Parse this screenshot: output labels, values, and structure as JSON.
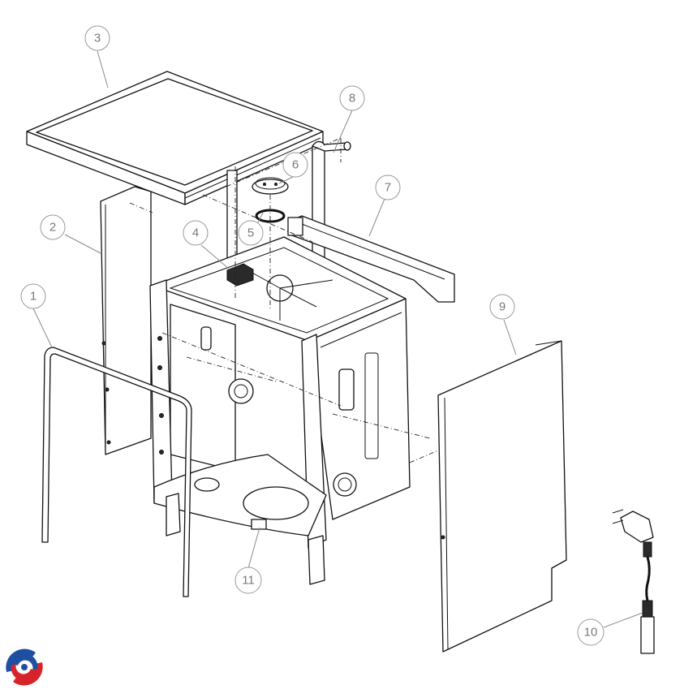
{
  "callouts": [
    {
      "id": "1",
      "label": "1"
    },
    {
      "id": "2",
      "label": "2"
    },
    {
      "id": "3",
      "label": "3"
    },
    {
      "id": "4",
      "label": "4"
    },
    {
      "id": "5",
      "label": "5"
    },
    {
      "id": "6",
      "label": "6"
    },
    {
      "id": "7",
      "label": "7"
    },
    {
      "id": "8",
      "label": "8"
    },
    {
      "id": "9",
      "label": "9"
    },
    {
      "id": "10",
      "label": "10"
    },
    {
      "id": "11",
      "label": "11"
    }
  ],
  "colors": {
    "line": "#111111",
    "callout": "#9a9a9a",
    "logo_blue": "#1f4fa0",
    "logo_red": "#d8232a"
  },
  "logo": {
    "icon": "brand-logo-icon"
  }
}
